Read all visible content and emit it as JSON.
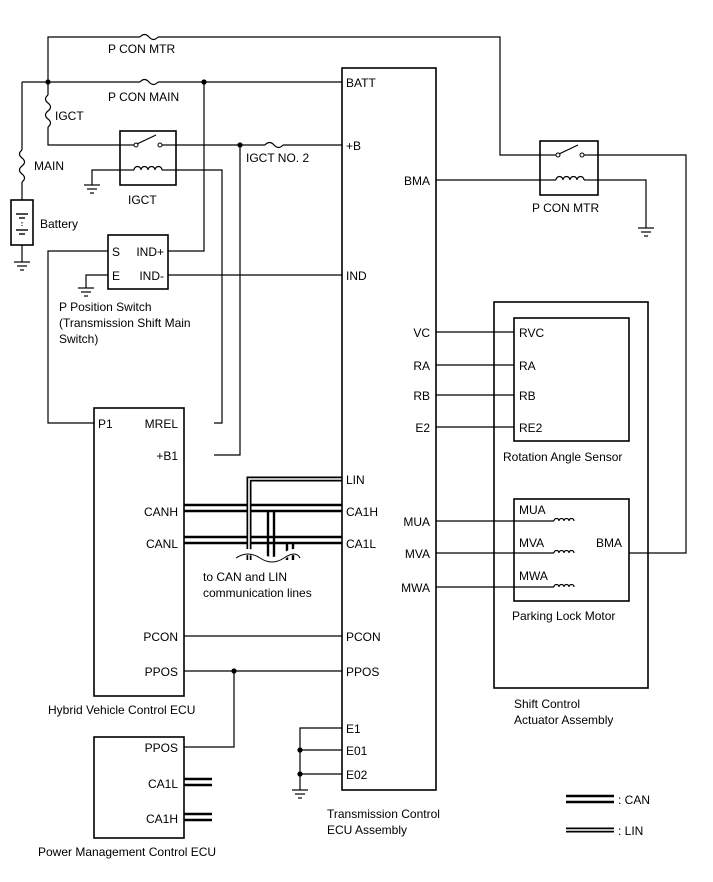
{
  "fuses": {
    "p_con_mtr": "P CON MTR",
    "p_con_main": "P CON MAIN",
    "igct": "IGCT",
    "main": "MAIN",
    "igct_no2": "IGCT NO. 2"
  },
  "relays": {
    "igct": "IGCT",
    "p_con_mtr": "P CON MTR"
  },
  "battery": "Battery",
  "p_position_switch": {
    "title_line1": "P Position Switch",
    "title_line2": "(Transmission Shift Main",
    "title_line3": "Switch)",
    "pins": {
      "s": "S",
      "e": "E",
      "ind_plus": "IND+",
      "ind_minus": "IND-"
    }
  },
  "hv_ecu": {
    "title": "Hybrid Vehicle Control ECU",
    "pins": {
      "p1": "P1",
      "mrel": "MREL",
      "b1": "+B1",
      "canh": "CANH",
      "canl": "CANL",
      "pcon": "PCON",
      "ppos": "PPOS"
    }
  },
  "pm_ecu": {
    "title": "Power Management Control ECU",
    "pins": {
      "ppos": "PPOS",
      "ca1l": "CA1L",
      "ca1h": "CA1H"
    }
  },
  "tcu": {
    "title_line1": "Transmission Control",
    "title_line2": "ECU Assembly",
    "pins": {
      "batt": "BATT",
      "b": "+B",
      "bma": "BMA",
      "ind": "IND",
      "vc": "VC",
      "ra": "RA",
      "rb": "RB",
      "e2": "E2",
      "lin": "LIN",
      "ca1h": "CA1H",
      "ca1l": "CA1L",
      "mua": "MUA",
      "mva": "MVA",
      "mwa": "MWA",
      "pcon": "PCON",
      "ppos": "PPOS",
      "e1": "E1",
      "e01": "E01",
      "e02": "E02"
    }
  },
  "comm_note": {
    "line1": "to CAN and LIN",
    "line2": "communication lines"
  },
  "sensor": {
    "title": "Rotation Angle Sensor",
    "pins": {
      "rvc": "RVC",
      "ra": "RA",
      "rb": "RB",
      "re2": "RE2"
    }
  },
  "motor": {
    "title": "Parking Lock Motor",
    "pins": {
      "mua": "MUA",
      "mva": "MVA",
      "mwa": "MWA",
      "bma": "BMA"
    }
  },
  "actuator": {
    "title_line1": "Shift Control",
    "title_line2": "Actuator Assembly"
  },
  "legend": {
    "can": ": CAN",
    "lin": ": LIN"
  }
}
